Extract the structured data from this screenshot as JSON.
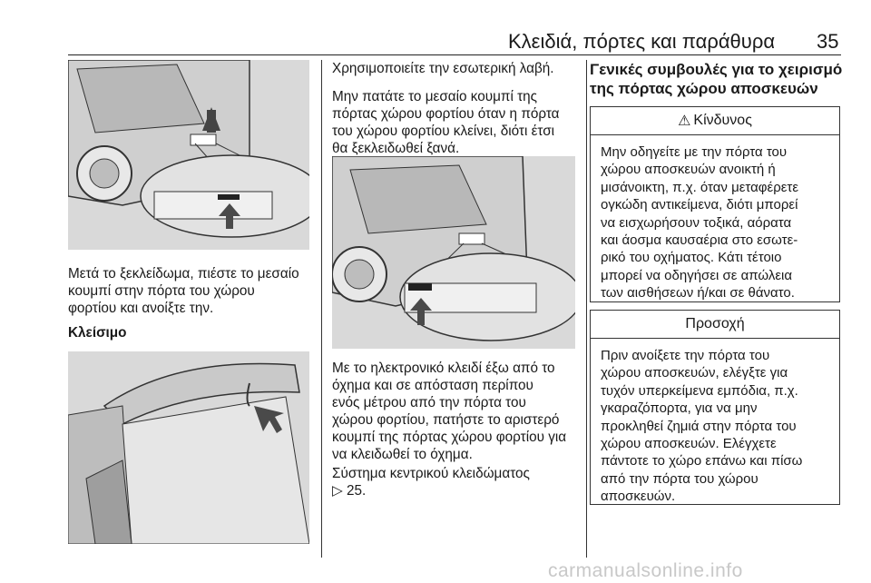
{
  "header": {
    "title": "Κλειδιά, πόρτες και παράθυρα",
    "page_number": "35"
  },
  "left_column": {
    "open_paragraph": [
      "Μετά το ξεκλείδωμα, πιέστε το μεσαίο",
      "κουμπί στην πόρτα του χώρου",
      "φορτίου και ανοίξτε την."
    ],
    "closing_heading": "Κλείσιμο"
  },
  "middle_column": {
    "inside_handle_text": "Χρησιμοποιείτε την εσωτερική λαβή.",
    "do_not_press_paragraph": [
      "Μην πατάτε το μεσαίο κουμπί της",
      "πόρτας χώρου φορτίου όταν η πόρτα",
      "του χώρου φορτίου κλείνει, διότι έτσι",
      "θα ξεκλειδωθεί ξανά."
    ],
    "key_outside_paragraph": [
      "Με το ηλεκτρονικό κλειδί έξω από το",
      "όχημα και σε απόσταση περίπου",
      "ενός μέτρου από την πόρτα του",
      "χώρου φορτίου, πατήστε το αριστερό",
      "κουμπί της πόρτας χώρου φορτίου για",
      "να κλειδωθεί το όχημα."
    ],
    "central_locking_paragraph": [
      "Σύστημα κεντρικού κλειδώματος",
      "25."
    ]
  },
  "right_column": {
    "section_title": [
      "Γενικές συμβουλές για το χειρισμό",
      "της πόρτας χώρου αποσκευών"
    ],
    "danger_box": {
      "heading": "Κίνδυνος",
      "lines": [
        "Μην οδηγείτε με την πόρτα του",
        "χώρου αποσκευών ανοικτή ή",
        "μισάνοικτη, π.χ. όταν μεταφέρετε",
        "ογκώδη αντικείμενα, διότι μπορεί",
        "να εισχωρήσουν τοξικά, αόρατα",
        "και άοσμα καυσαέρια στο εσωτε-",
        "ρικό του οχήματος. Κάτι τέτοιο",
        "μπορεί να οδηγήσει σε απώλεια",
        "των αισθήσεων ή/και σε θάνατο."
      ]
    },
    "caution_box": {
      "heading": "Προσοχή",
      "lines": [
        "Πριν ανοίξετε την πόρτα του",
        "χώρου αποσκευών, ελέγξτε για",
        "τυχόν υπερκείμενα εμπόδια, π.χ.",
        "γκαραζόπορτα, για να μην",
        "προκληθεί ζημιά στην πόρτα του",
        "χώρου αποσκευών. Ελέγχετε",
        "πάντοτε το χώρο επάνω και πίσω",
        "από την πόρτα του χώρου",
        "αποσκευών."
      ]
    }
  },
  "watermark": "carmanualsonline.info",
  "colors": {
    "figure_background": "#d9d9d9",
    "arrow_fill": "#4a4a4a",
    "text": "#1a1a1a",
    "watermark": "#c8c8c8"
  }
}
